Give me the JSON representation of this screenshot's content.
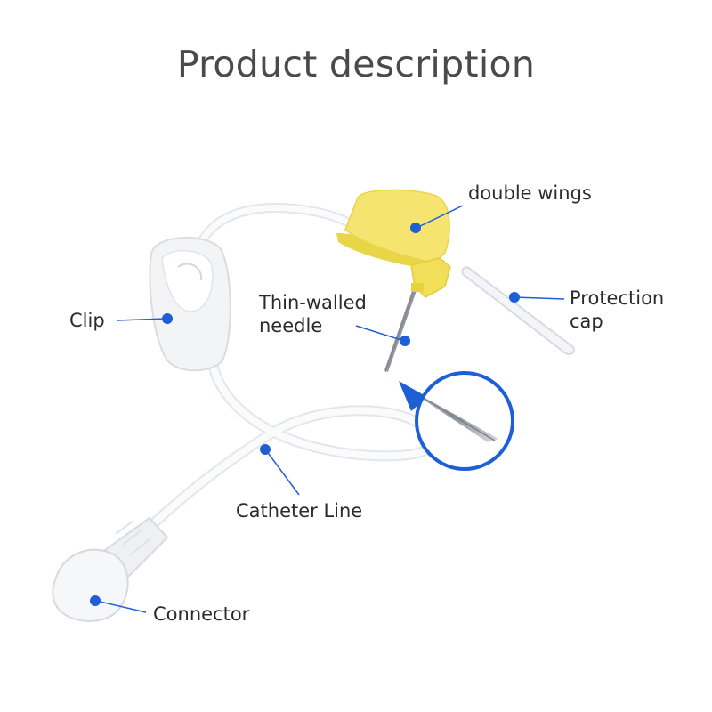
{
  "title": "Product description",
  "colors": {
    "accent": "#1f5fd6",
    "wing": "#f4e36d",
    "wing_dark": "#e6d23c",
    "plastic": "#f4f5f7",
    "plastic_edge": "#dde0e5"
  },
  "labels": {
    "double_wings": "double wings",
    "thin_walled_line1": "Thin-walled",
    "thin_walled_line2": "needle",
    "protection_line1": "Protection",
    "protection_line2": "cap",
    "clip": "Clip",
    "catheter_line": "Catheter Line",
    "connector": "Connector"
  }
}
